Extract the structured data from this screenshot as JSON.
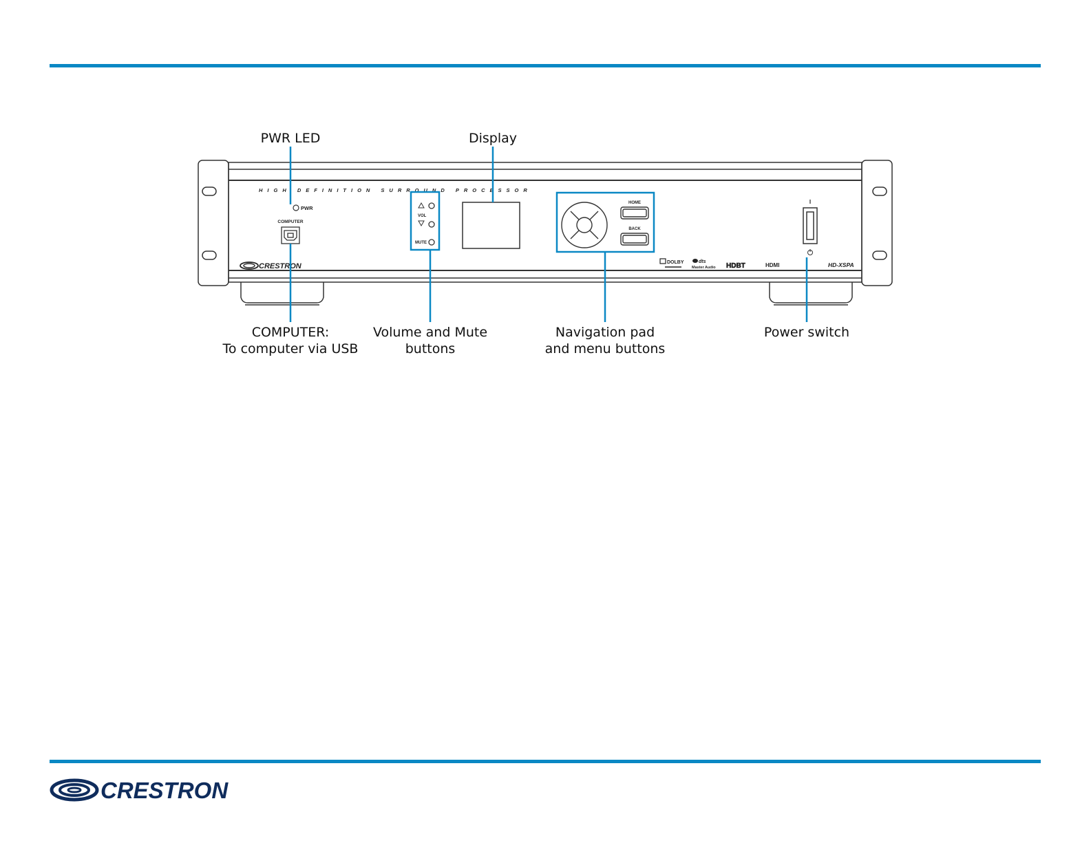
{
  "callouts": {
    "pwr_led": "PWR LED",
    "display": "Display",
    "computer_line1": "COMPUTER:",
    "computer_line2": "To computer via USB",
    "volume_line1": "Volume and Mute",
    "volume_line2": "buttons",
    "nav_line1": "Navigation pad",
    "nav_line2": "and menu buttons",
    "power_switch": "Power switch"
  },
  "panel": {
    "header": "HIGH DEFINITION SURROUND PROCESSOR",
    "pwr": "PWR",
    "computer": "COMPUTER",
    "vol": "VOL",
    "mute": "MUTE",
    "home": "HOME",
    "back": "BACK",
    "brand": "CRESTRON",
    "model": "HD-XSPA",
    "dolby": "DOLBY",
    "dts": "dts",
    "dts_sub": "Master Audio",
    "hdbt": "HDBT",
    "hdmi": "HDMI",
    "switch_on": "I"
  },
  "footer": {
    "brand": "CRESTRON"
  },
  "colors": {
    "accent": "#0a88c4",
    "outline": "#333333"
  }
}
